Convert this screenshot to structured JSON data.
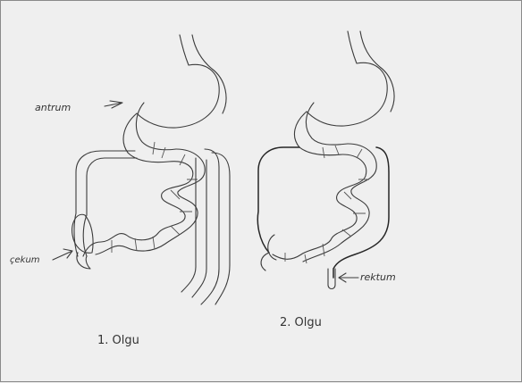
{
  "labels": {
    "antrum": "antrum",
    "cekum": "çekum",
    "rektum": "rektum",
    "case1": "1. Olgu",
    "case2": "2. Olgu"
  }
}
